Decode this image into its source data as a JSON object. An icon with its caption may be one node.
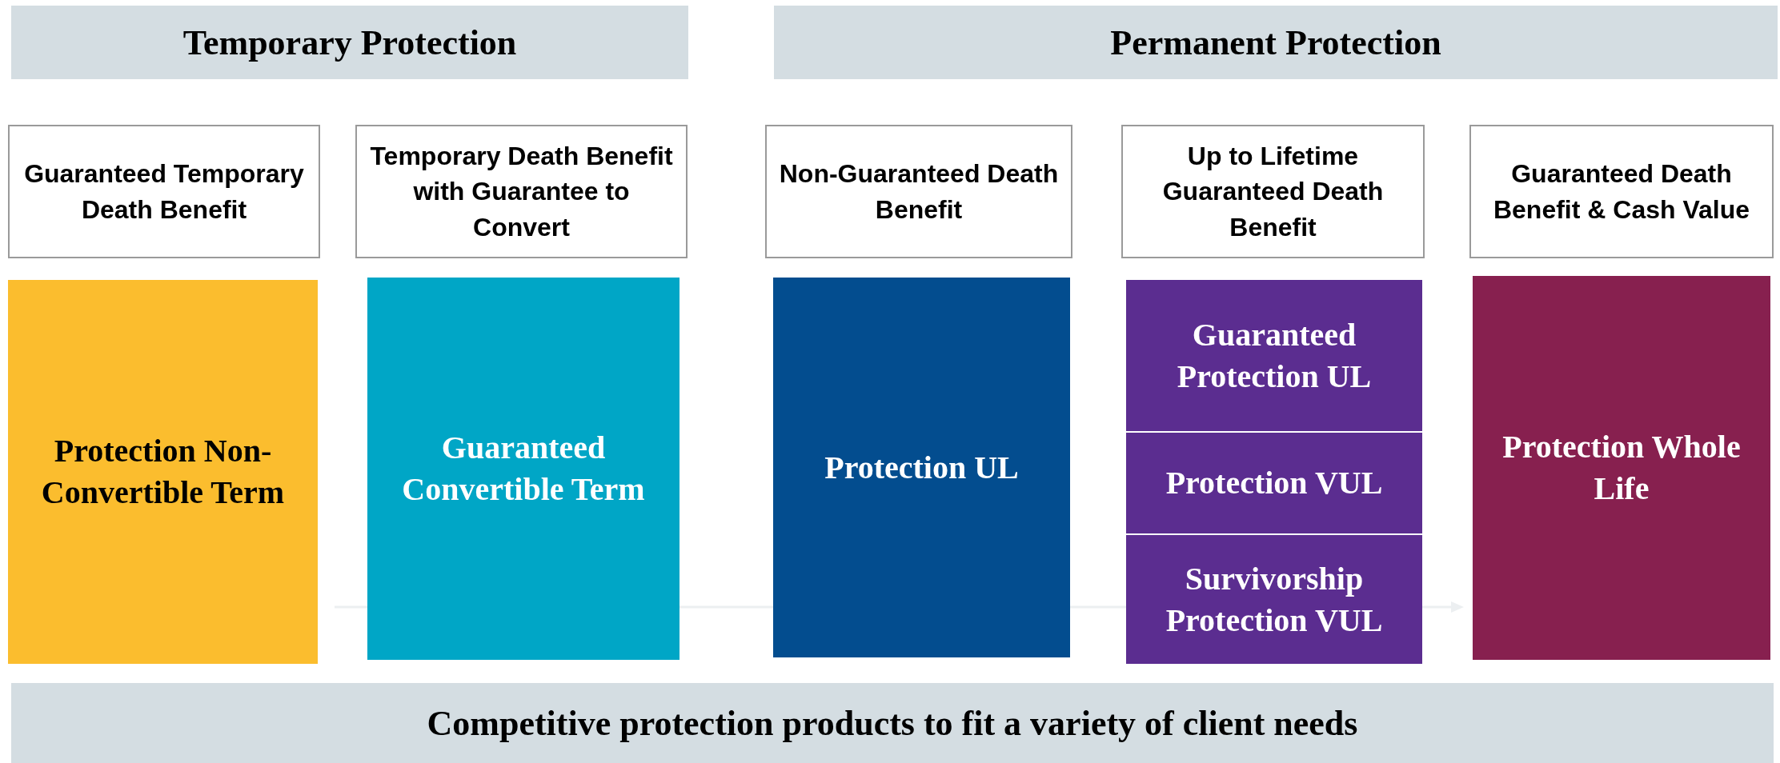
{
  "diagram": {
    "nodes": [
      {
        "text": [
          "Temporary Protection"
        ]
      },
      {
        "text": [
          "Permanent Protection"
        ]
      },
      {
        "text": [
          "Guaranteed Temporary Death Benefit"
        ]
      },
      {
        "text": [
          "Temporary Death Benefit with Guarantee to Convert"
        ]
      },
      {
        "text": [
          "Non-Guaranteed Death Benefit"
        ]
      },
      {
        "text": [
          "Up to Lifetime Guaranteed Death Benefit"
        ]
      },
      {
        "text": [
          "Guaranteed Death Benefit & Cash Value"
        ]
      },
      {
        "text": [
          "Protection Non-Convertible Term"
        ]
      },
      {
        "text": [
          "Guaranteed Convertible Term"
        ]
      },
      {
        "text": [
          "Protection UL"
        ]
      },
      {
        "text": [
          "Guaranteed Protection UL"
        ]
      },
      {
        "text": [
          "Protection VUL"
        ]
      },
      {
        "text": [
          "Survivorship Protection VUL"
        ]
      },
      {
        "text": [
          "Protection Whole Life"
        ]
      },
      {
        "text": [
          "Competitive protection products to fit a variety of client needs"
        ]
      }
    ],
    "edges": []
  }
}
